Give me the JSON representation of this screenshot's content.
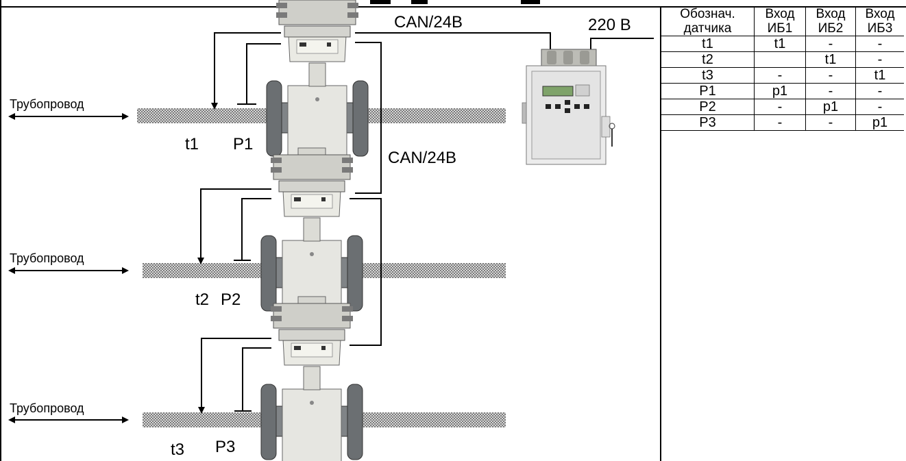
{
  "labels": {
    "can_top": "CAN/24В",
    "can_mid": "CAN/24В",
    "power": "220 В",
    "pipeline_1": "Трубопровод",
    "pipeline_2": "Трубопровод",
    "pipeline_3": "Трубопровод",
    "t1": "t1",
    "p1": "P1",
    "t2": "t2",
    "p2": "P2",
    "t3": "t3",
    "p3": "P3"
  },
  "table": {
    "headers": [
      [
        "Обознач.",
        "датчика"
      ],
      [
        "Вход",
        "ИБ1"
      ],
      [
        "Вход",
        "ИБ2"
      ],
      [
        "Вход",
        "ИБ3"
      ]
    ],
    "rows": [
      [
        "t1",
        "t1",
        "-",
        "-"
      ],
      [
        "t2",
        "",
        "t1",
        "-"
      ],
      [
        "t3",
        "-",
        "-",
        "t1"
      ],
      [
        "P1",
        "p1",
        "-",
        "-"
      ],
      [
        "P2",
        "-",
        "p1",
        "-"
      ],
      [
        "P3",
        "-",
        "-",
        "p1"
      ]
    ]
  },
  "colors": {
    "line": "#000000",
    "meter_body": "#e2e2dd",
    "flange": "#6b6f72",
    "pipe_dark": "#7a7a7a",
    "pipe_light": "#d8d8d8"
  }
}
